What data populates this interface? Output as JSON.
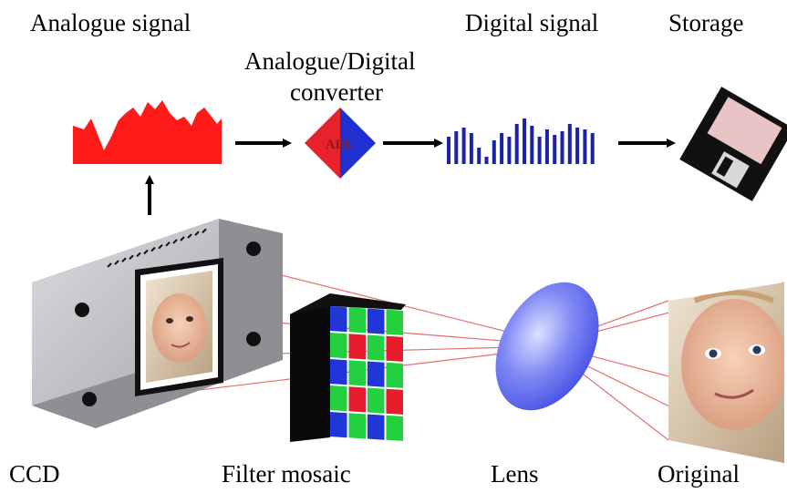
{
  "labels": {
    "analogue_signal": "Analogue signal",
    "digital_signal": "Digital signal",
    "storage": "Storage",
    "converter_line1": "Analogue/Digital",
    "converter_line2": "converter",
    "adc": "ADC",
    "ccd": "CCD",
    "filter_mosaic": "Filter mosaic",
    "lens": "Lens",
    "original": "Original"
  },
  "colors": {
    "signal_red": "#ff1a1a",
    "adc_red": "#e8222a",
    "adc_blue": "#2030d0",
    "digital_blue": "#1a22a8",
    "ray_red": "#e06060",
    "ccd_gray": "#c8c8cc",
    "bayer_green": "#22d040",
    "bayer_red": "#e81c2c",
    "bayer_blue": "#2036d8",
    "lens_blue": "#5a66f0",
    "disk_black": "#111111",
    "disk_pink": "#e8c4c4"
  },
  "icons": [
    "analogue-waveform",
    "adc-diamond",
    "digital-bars",
    "floppy-disk-icon",
    "ccd-sensor",
    "bayer-filter",
    "lens-ellipse",
    "baby-photo"
  ]
}
